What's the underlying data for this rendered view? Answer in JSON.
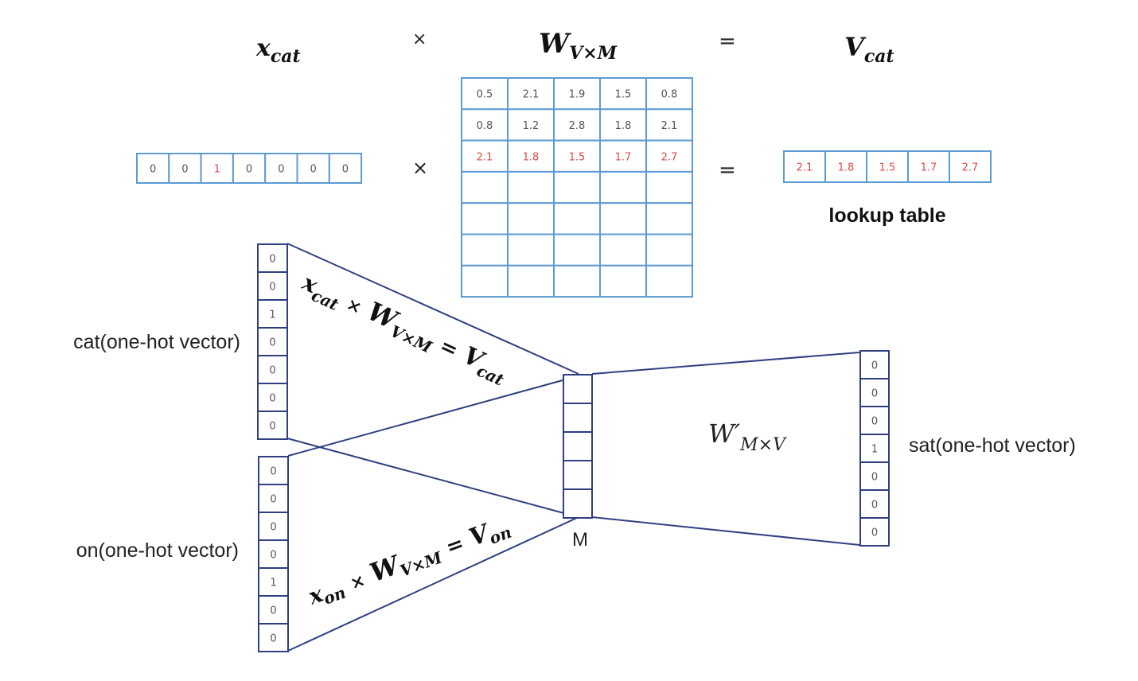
{
  "header": {
    "x_cat": {
      "base": "x",
      "sub": "cat"
    },
    "times": "×",
    "w": {
      "base": "W",
      "sub": "V×M"
    },
    "equals": "=",
    "v_cat": {
      "base": "V",
      "sub": "cat"
    }
  },
  "equation": {
    "x_cat_vector": [
      "0",
      "0",
      "1",
      "0",
      "0",
      "0",
      "0"
    ],
    "x_cat_hot_index": 2,
    "times": "×",
    "equals": "=",
    "weight_matrix": [
      [
        "0.5",
        "2.1",
        "1.9",
        "1.5",
        "0.8"
      ],
      [
        "0.8",
        "1.2",
        "2.8",
        "1.8",
        "2.1"
      ],
      [
        "2.1",
        "1.8",
        "1.5",
        "1.7",
        "2.7"
      ],
      [
        "",
        "",
        "",
        "",
        ""
      ],
      [
        "",
        "",
        "",
        "",
        ""
      ],
      [
        "",
        "",
        "",
        "",
        ""
      ],
      [
        "",
        "",
        "",
        "",
        ""
      ]
    ],
    "weight_hot_row": 2,
    "result_vector": [
      "2.1",
      "1.8",
      "1.5",
      "1.7",
      "2.7"
    ],
    "lookup_label": "lookup table"
  },
  "network": {
    "input_cat": {
      "label": "cat(one-hot vector)",
      "values": [
        "0",
        "0",
        "1",
        "0",
        "0",
        "0",
        "0"
      ]
    },
    "input_on": {
      "label": "on(one-hot vector)",
      "values": [
        "0",
        "0",
        "0",
        "0",
        "1",
        "0",
        "0"
      ]
    },
    "hidden": {
      "label": "M",
      "size": 5
    },
    "output_sat": {
      "label": "sat(one-hot vector)",
      "values": [
        "0",
        "0",
        "0",
        "1",
        "0",
        "0",
        "0"
      ]
    },
    "eq_cat": {
      "x": "x",
      "x_sub": "cat",
      "times": "×",
      "w": "W",
      "w_sub": "V×M",
      "eq": "=",
      "v": "V",
      "v_sub": "cat"
    },
    "eq_on": {
      "x": "x",
      "x_sub": "on",
      "times": "×",
      "w": "W",
      "w_sub": "V×M",
      "eq": "=",
      "v": "V",
      "v_sub": "on"
    },
    "w_prime": {
      "base": "W′",
      "sub": "M×V"
    }
  },
  "colors": {
    "grid_blue": "#5b9bd5",
    "grid_navy": "#2f3f80",
    "highlight_red": "#e04848"
  }
}
